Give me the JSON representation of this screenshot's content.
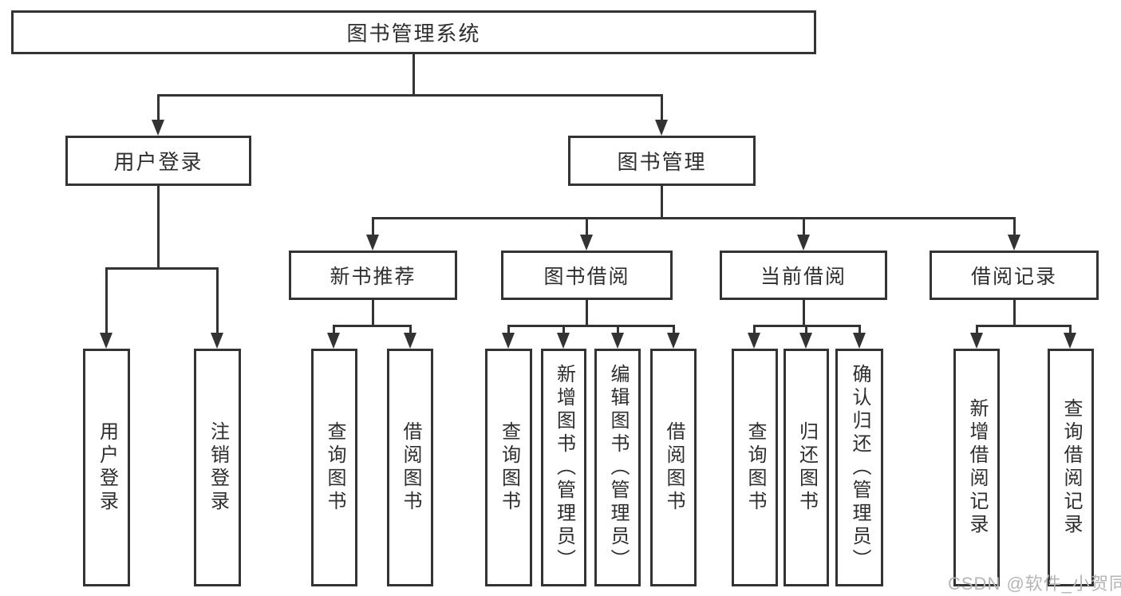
{
  "tree": {
    "label": "图书管理系统",
    "children": [
      {
        "label": "用户登录",
        "children": [
          {
            "label": "用户登录"
          },
          {
            "label": "注销登录"
          }
        ]
      },
      {
        "label": "图书管理",
        "children": [
          {
            "label": "新书推荐",
            "children": [
              {
                "label": "查询图书"
              },
              {
                "label": "借阅图书"
              }
            ]
          },
          {
            "label": "图书借阅",
            "children": [
              {
                "label": "查询图书"
              },
              {
                "label": "新增图书（管理员）"
              },
              {
                "label": "编辑图书（管理员）"
              },
              {
                "label": "借阅图书"
              }
            ]
          },
          {
            "label": "当前借阅",
            "children": [
              {
                "label": "查询图书"
              },
              {
                "label": "归还图书"
              },
              {
                "label": "确认归还（管理员）"
              }
            ]
          },
          {
            "label": "借阅记录",
            "children": [
              {
                "label": "新增借阅记录"
              },
              {
                "label": "查询借阅记录"
              }
            ]
          }
        ]
      }
    ]
  },
  "watermark": "CSDN @软件_小贺同学",
  "colors": {
    "line": "#333333",
    "text": "#2e2e2e",
    "background": "#ffffff",
    "watermark": "#b5b5b5"
  }
}
